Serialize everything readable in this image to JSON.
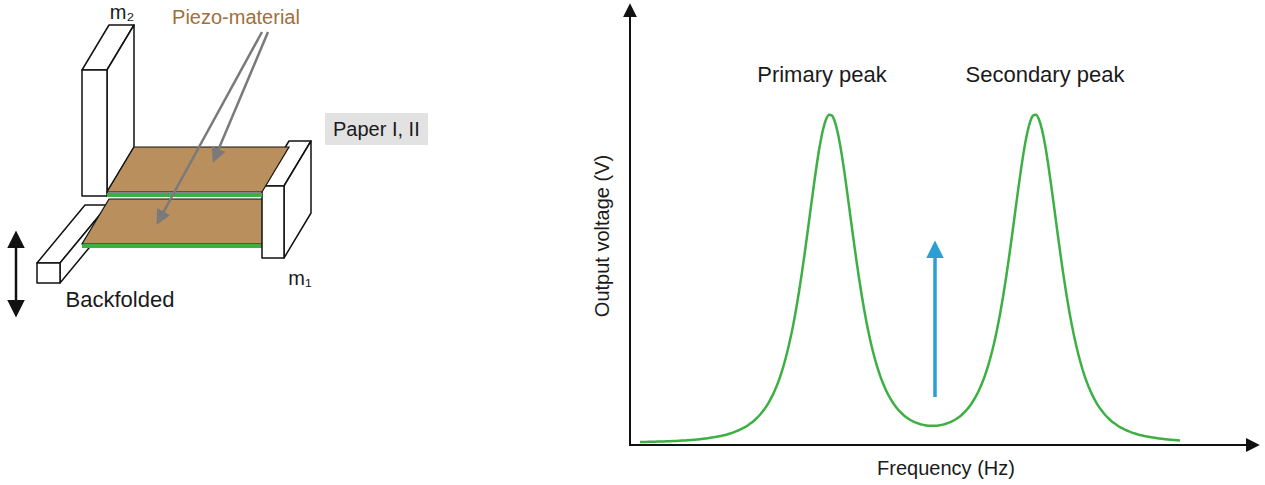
{
  "diagram": {
    "nodes": [
      {
        "text": [
          "Paper I, II"
        ]
      }
    ],
    "labels": [
      "m₂",
      "Piezo-material",
      "m₁",
      "Backfolded",
      "Primary peak",
      "Secondary peak",
      "Output voltage (V)",
      "Frequency (Hz)"
    ]
  }
}
